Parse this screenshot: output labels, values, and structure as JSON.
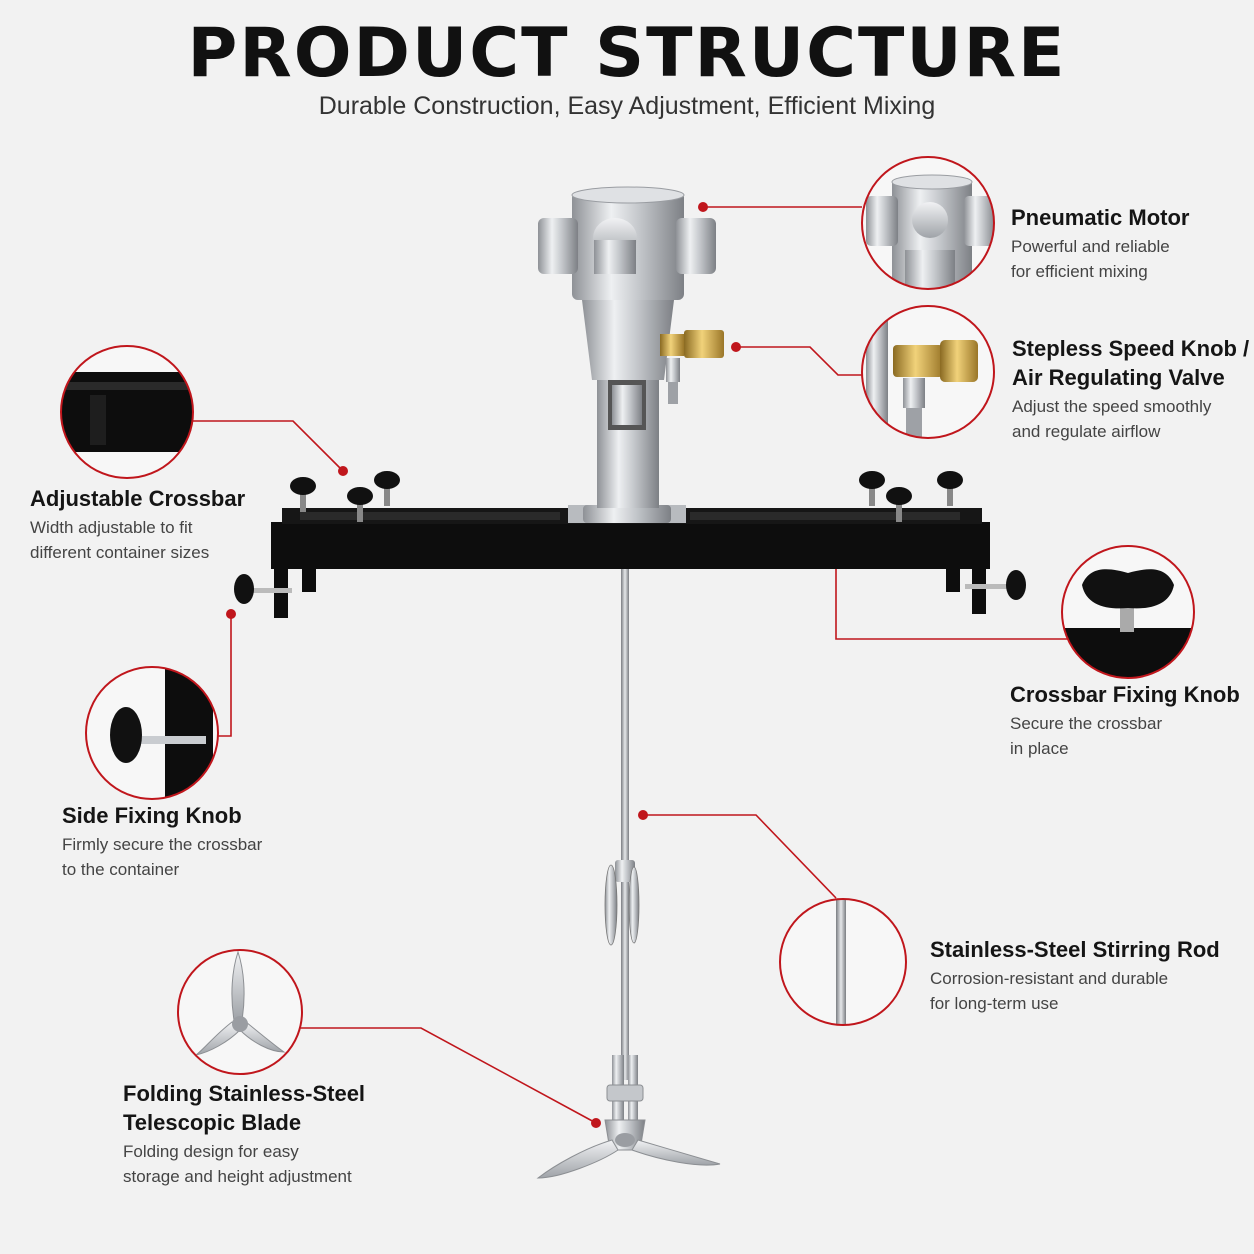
{
  "header": {
    "title": "PRODUCT STRUCTURE",
    "subtitle": "Durable Construction, Easy Adjustment, Efficient Mixing"
  },
  "colors": {
    "background": "#f2f2f2",
    "accent_red": "#c0161c",
    "crossbar_black": "#0d0d0d",
    "motor_silver": "#c9ccd0",
    "valve_brass": "#c9a24a"
  },
  "features": {
    "pneumatic_motor": {
      "title": "Pneumatic Motor",
      "line1": "Powerful and reliable",
      "line2": "for efficient mixing"
    },
    "speed_knob": {
      "title1": "Stepless Speed Knob /",
      "title2": "Air Regulating Valve",
      "line1": "Adjust the speed smoothly",
      "line2": "and regulate airflow"
    },
    "crossbar": {
      "title": "Adjustable Crossbar",
      "line1": "Width adjustable to fit",
      "line2": "different container sizes"
    },
    "crossbar_knob": {
      "title": "Crossbar Fixing Knob",
      "line1": "Secure the crossbar",
      "line2": "in place"
    },
    "side_knob": {
      "title": "Side Fixing Knob",
      "line1": "Firmly secure the crossbar",
      "line2": "to the container"
    },
    "stirring_rod": {
      "title": "Stainless-Steel Stirring Rod",
      "line1": "Corrosion-resistant and durable",
      "line2": "for long-term use"
    },
    "blade": {
      "title1": "Folding Stainless-Steel",
      "title2": "Telescopic Blade",
      "line1": "Folding design for easy",
      "line2": "storage and height adjustment"
    }
  }
}
